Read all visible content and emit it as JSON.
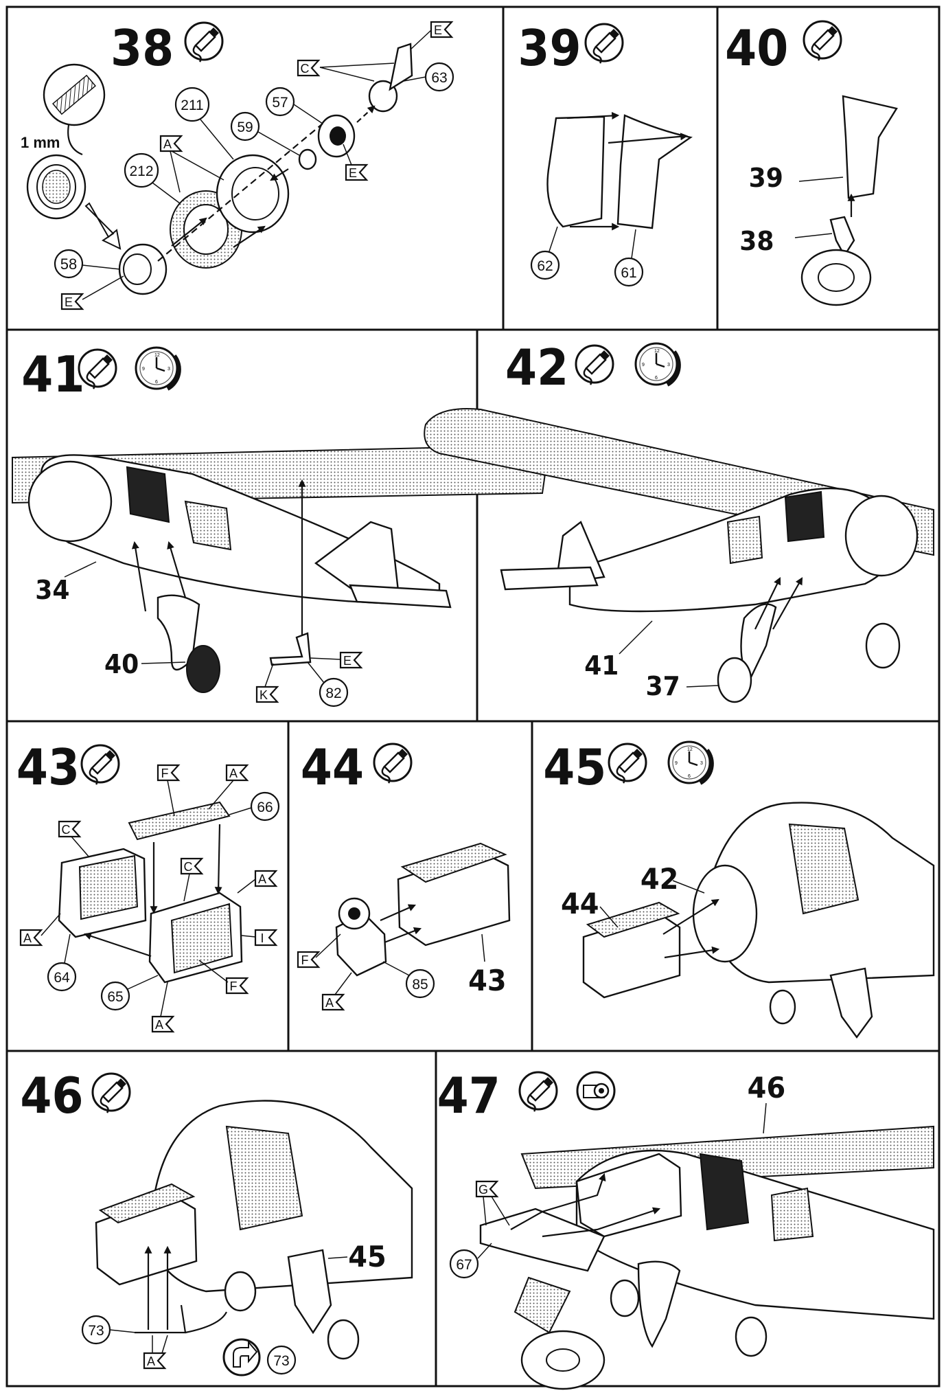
{
  "icons": {
    "glue": "glue-tube-icon",
    "clock": "drying-clock-icon",
    "decal": "decal-roll-icon",
    "repeat": "repeat-arrow-icon"
  },
  "steps": [
    {
      "number": "38",
      "icons": [
        "glue-tube-icon"
      ],
      "measure": "1 mm",
      "parts": [
        "58",
        "212",
        "211",
        "59",
        "57",
        "63"
      ],
      "tags": [
        "E",
        "A",
        "E",
        "C",
        "E"
      ]
    },
    {
      "number": "39",
      "icons": [
        "glue-tube-icon"
      ],
      "parts": [
        "62",
        "61"
      ]
    },
    {
      "number": "40",
      "icons": [
        "glue-tube-icon"
      ],
      "refs": [
        "39",
        "38"
      ]
    },
    {
      "number": "41",
      "icons": [
        "glue-tube-icon",
        "drying-clock-icon"
      ],
      "refs": [
        "34",
        "40"
      ],
      "parts": [
        "82"
      ],
      "tags": [
        "E",
        "K"
      ]
    },
    {
      "number": "42",
      "icons": [
        "glue-tube-icon",
        "drying-clock-icon"
      ],
      "refs": [
        "41",
        "37"
      ]
    },
    {
      "number": "43",
      "icons": [
        "glue-tube-icon"
      ],
      "parts": [
        "66",
        "64",
        "65"
      ],
      "tags": [
        "F",
        "A",
        "C",
        "C",
        "A",
        "A",
        "I",
        "F",
        "A"
      ]
    },
    {
      "number": "44",
      "icons": [
        "glue-tube-icon"
      ],
      "refs": [
        "43"
      ],
      "parts": [
        "85"
      ],
      "tags": [
        "F",
        "A"
      ]
    },
    {
      "number": "45",
      "icons": [
        "glue-tube-icon",
        "drying-clock-icon"
      ],
      "refs": [
        "44",
        "42"
      ]
    },
    {
      "number": "46",
      "icons": [
        "glue-tube-icon",
        "repeat-arrow-icon"
      ],
      "refs": [
        "45"
      ],
      "parts": [
        "73",
        "73"
      ],
      "tags": [
        "A"
      ]
    },
    {
      "number": "47",
      "icons": [
        "glue-tube-icon",
        "decal-roll-icon"
      ],
      "refs": [
        "46"
      ],
      "parts": [
        "67"
      ],
      "tags": [
        "G"
      ]
    }
  ]
}
